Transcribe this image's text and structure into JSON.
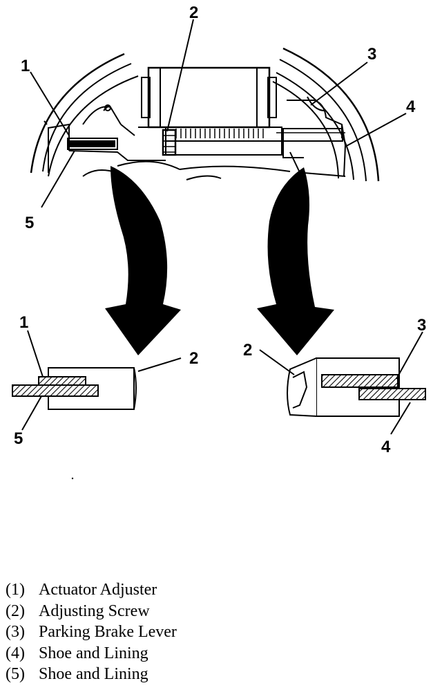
{
  "callouts": {
    "top": [
      "1",
      "2",
      "3",
      "4",
      "5"
    ],
    "detail_left": [
      "1",
      "2",
      "5"
    ],
    "detail_right": [
      "2",
      "3",
      "4"
    ]
  },
  "legend": [
    {
      "num": "(1)",
      "text": "Actuator Adjuster"
    },
    {
      "num": "(2)",
      "text": "Adjusting Screw"
    },
    {
      "num": "(3)",
      "text": "Parking Brake Lever"
    },
    {
      "num": "(4)",
      "text": "Shoe and Lining"
    },
    {
      "num": "(5)",
      "text": "Shoe and Lining"
    }
  ]
}
